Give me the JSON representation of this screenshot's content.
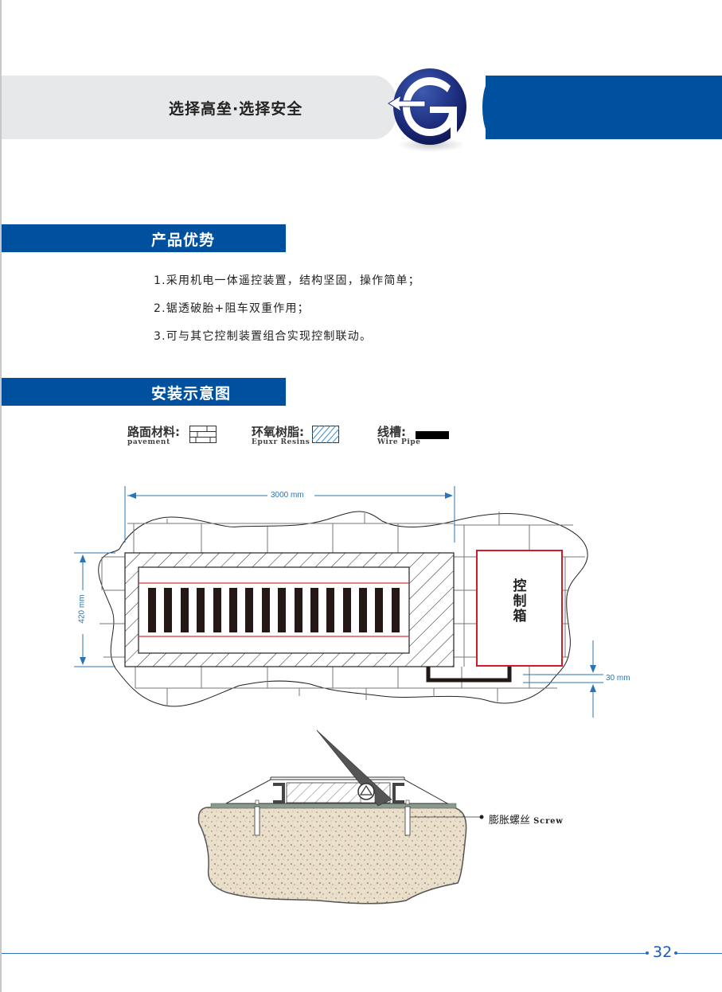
{
  "header": {
    "slogan": "选择高垒·选择安全",
    "logo_icon": "gaolei-g-arrow-logo",
    "colors": {
      "brand_blue": "#0050a0",
      "band_gray": "#e7e8ea"
    }
  },
  "sections": {
    "advantages": {
      "title": "产品优势",
      "items": [
        "1.采用机电一体遥控装置，结构坚固，操作简单；",
        "2.锯透破胎+阻车双重作用；",
        "3.可与其它控制装置组合实现控制联动。"
      ]
    },
    "installation": {
      "title": "安装示意图",
      "legend": [
        {
          "zh": "路面材料:",
          "en": "pavement",
          "swatch": "brick-pattern"
        },
        {
          "zh": "环氧树脂:",
          "en": "Epuxr Resins",
          "swatch": "blue-hatch"
        },
        {
          "zh": "线槽:",
          "en": "Wire Pipe",
          "swatch": "black-bar"
        }
      ],
      "plan_view": {
        "width_dim": "3000 mm",
        "height_dim": "420 mm",
        "gap_dim": "30 mm",
        "control_box": [
          "控",
          "制",
          "箱"
        ],
        "spike_count": 16
      },
      "section_view": {
        "screw_label_zh": "膨胀螺丝",
        "screw_label_en": "Screw"
      }
    }
  },
  "footer": {
    "page_number": "32"
  }
}
